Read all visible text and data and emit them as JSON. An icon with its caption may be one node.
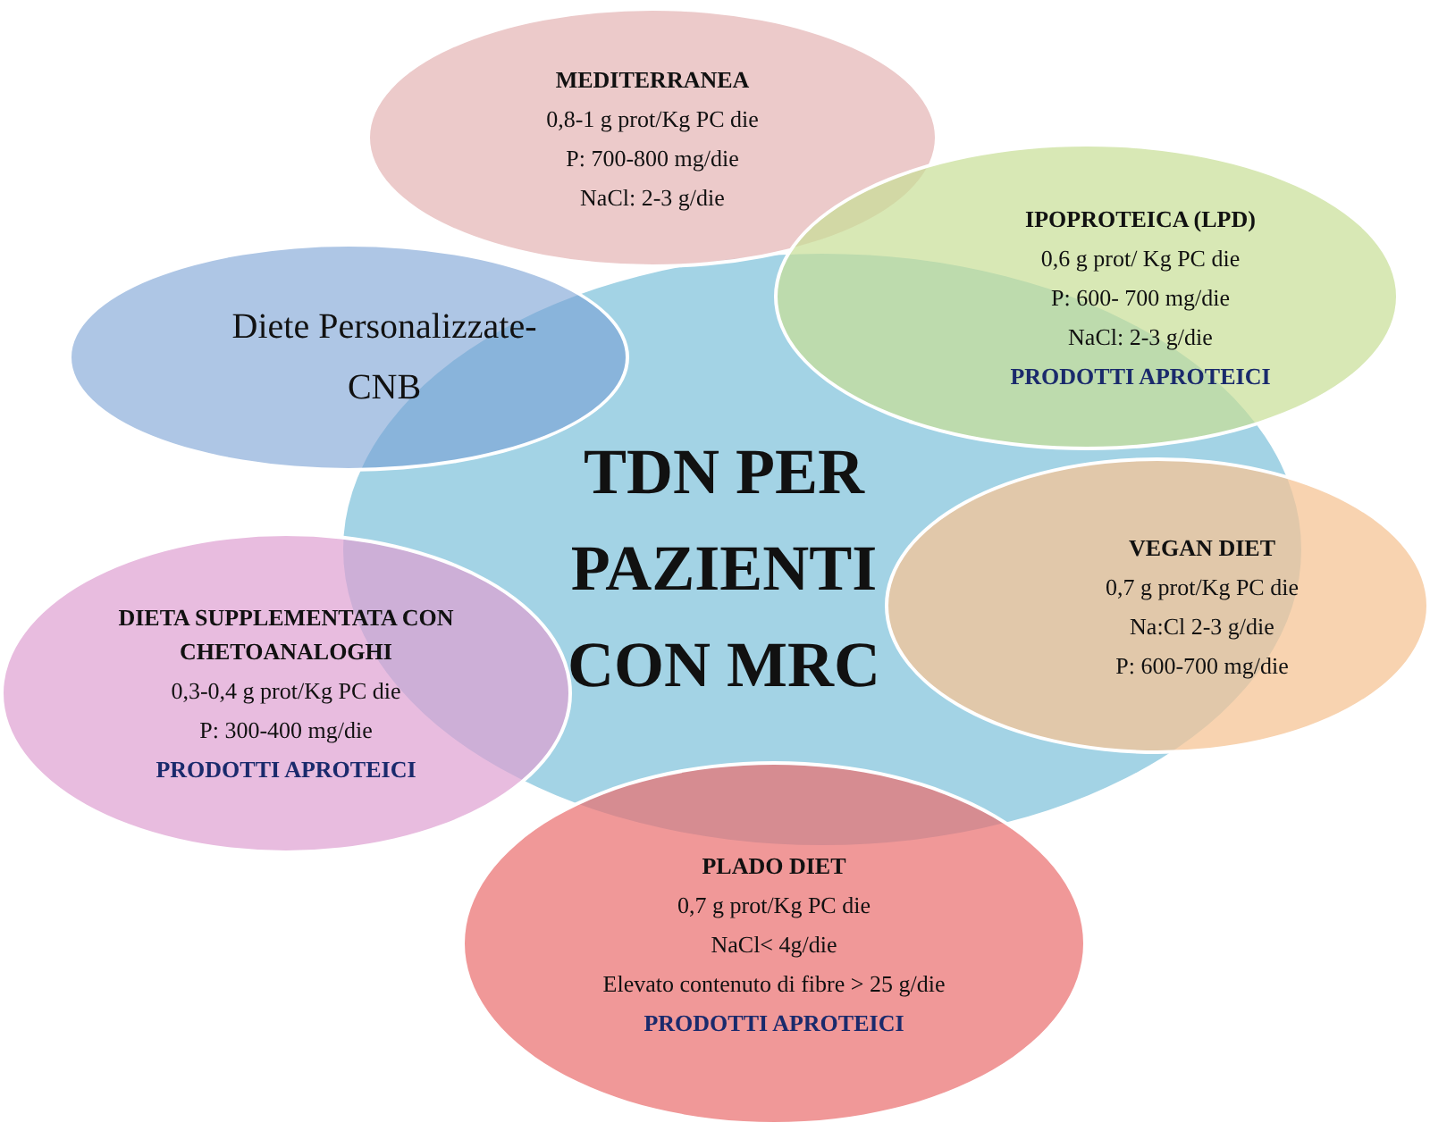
{
  "diagram": {
    "nodes": [
      {
        "text": [
          "TDN PER PAZIENTI CON MRC"
        ]
      },
      {
        "text": [
          "MEDITERRANEA",
          "0,8-1 g prot/Kg PC die",
          "P: 700-800 mg/die",
          "NaCl: 2-3 g/die"
        ]
      },
      {
        "text": [
          "Diete Personalizzate- CNB"
        ]
      },
      {
        "text": [
          "IPOPROTEICA (LPD)",
          "0,6 g prot/ Kg PC die",
          "P: 600- 700 mg/die",
          "NaCl: 2-3 g/die",
          "PRODOTTI APROTEICI"
        ]
      },
      {
        "text": [
          "DIETA SUPPLEMENTATA CON CHETOANALOGHI",
          "0,3-0,4 g prot/Kg PC die",
          "P: 300-400 mg/die",
          "PRODOTTI APROTEICI"
        ]
      },
      {
        "text": [
          "VEGAN DIET",
          "0,7 g prot/Kg PC die",
          "Na:Cl 2-3 g/die",
          "P: 600-700 mg/die"
        ]
      },
      {
        "text": [
          "PLADO DIET",
          "0,7 g prot/Kg PC die",
          "NaCl< 4g/die",
          "Elevato contenuto di fibre > 25 g/die",
          "PRODOTTI APROTEICI"
        ]
      }
    ]
  }
}
